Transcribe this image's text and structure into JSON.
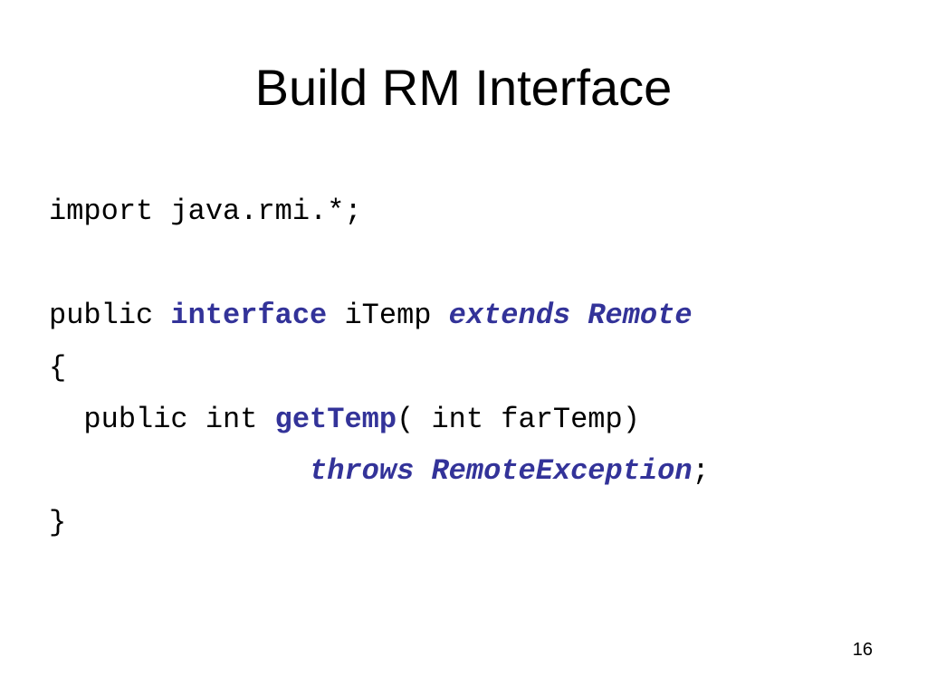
{
  "slide": {
    "title": "Build RM Interface",
    "page_number": "16",
    "code": {
      "line1": "import java.rmi.*;",
      "line2": {
        "public": "public ",
        "interface": "interface",
        "name": " iTemp ",
        "extends": "extends",
        "space": " ",
        "remote": "Remote"
      },
      "line3": "{",
      "line4": {
        "indent_public_int": "  public int ",
        "method": "getTemp",
        "params": "( int farTemp)"
      },
      "line5": {
        "indent": "               ",
        "throws": "throws",
        "space": " ",
        "exception": "RemoteException",
        "semicolon": ";"
      },
      "line6": "}"
    },
    "colors": {
      "keyword": "#333399",
      "text": "#000000",
      "background": "#ffffff"
    }
  }
}
